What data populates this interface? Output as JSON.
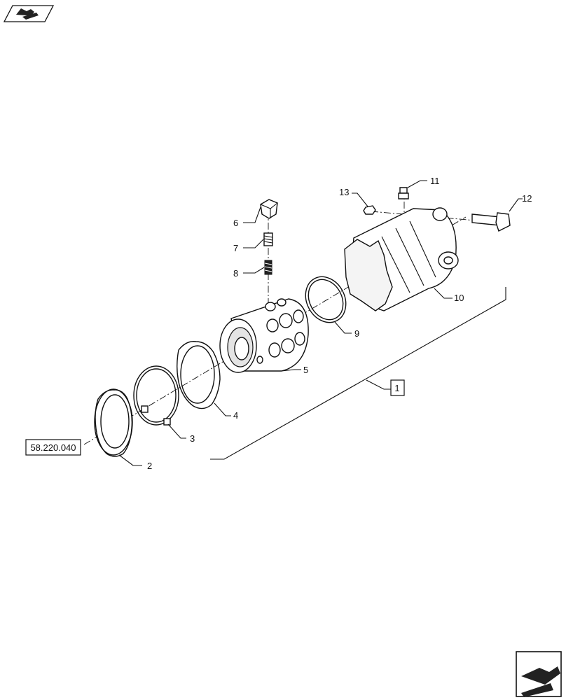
{
  "diagram": {
    "reference_code": "58.220.040",
    "assembly_callout": "1",
    "callouts": [
      {
        "id": "2",
        "text": "2"
      },
      {
        "id": "3",
        "text": "3"
      },
      {
        "id": "4",
        "text": "4"
      },
      {
        "id": "5",
        "text": "5"
      },
      {
        "id": "6",
        "text": "6"
      },
      {
        "id": "7",
        "text": "7"
      },
      {
        "id": "8",
        "text": "8"
      },
      {
        "id": "9",
        "text": "9"
      },
      {
        "id": "10",
        "text": "10"
      },
      {
        "id": "11",
        "text": "11"
      },
      {
        "id": "12",
        "text": "12"
      },
      {
        "id": "13",
        "text": "13"
      }
    ],
    "icons": {
      "top_left": "back-arrow-icon",
      "bottom_right": "next-arrow-icon"
    }
  }
}
